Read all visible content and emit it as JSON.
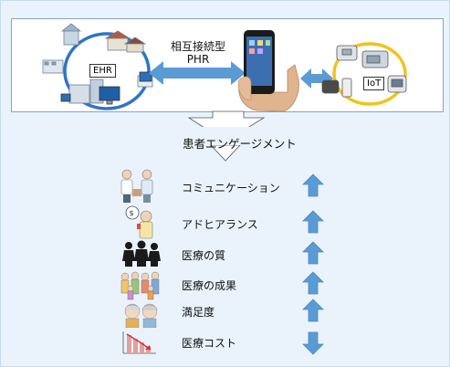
{
  "top": {
    "ehr_label": "EHR",
    "phr_line1": "相互接続型",
    "phr_line2": "PHR",
    "iot_label": "IoT"
  },
  "engagement_title": "患者エンゲージメント",
  "outcomes": [
    {
      "label": "コミュニケーション",
      "direction": "up",
      "icon": "doctor-patient-talking-icon"
    },
    {
      "label": "アドヒアランス",
      "direction": "up",
      "icon": "patient-taking-medicine-icon"
    },
    {
      "label": "医療の質",
      "direction": "up",
      "icon": "people-group-icon"
    },
    {
      "label": "医療の成果",
      "direction": "up",
      "icon": "family-group-icon"
    },
    {
      "label": "満足度",
      "direction": "up",
      "icon": "smiling-elderly-icon"
    },
    {
      "label": "医療コスト",
      "direction": "down",
      "icon": "falling-cost-chart-icon"
    }
  ],
  "colors": {
    "arrow_blue": "#5b9bd5",
    "ring_blue": "#2e74c9",
    "ring_yellow": "#f2c21b",
    "background": "#eaf3fb"
  }
}
